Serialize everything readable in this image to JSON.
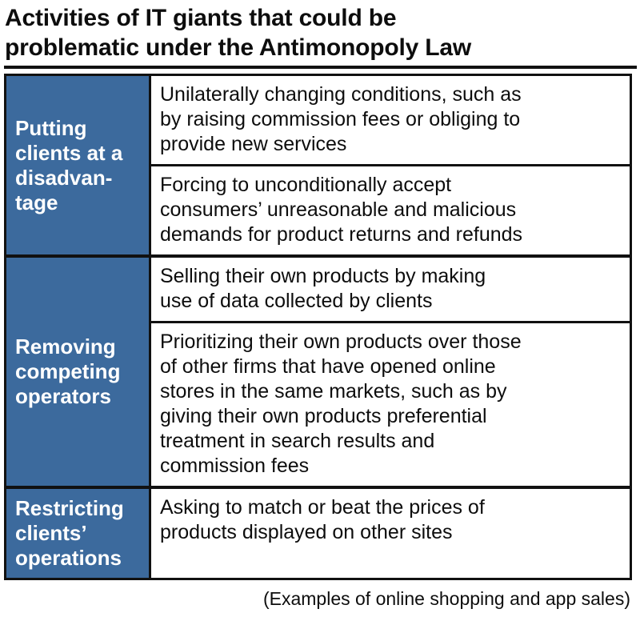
{
  "title": "Activities of IT giants that could be\nproblematic under the Antimonopoly Law",
  "accent_color": "#3c6a9d",
  "border_color": "#111111",
  "table": {
    "groups": [
      {
        "label": "Putting\nclients at a\ndisadvan-\ntage",
        "label_align": "top",
        "rows": [
          "Unilaterally changing conditions, such as\nby raising commission fees or obliging to\nprovide new services",
          "Forcing to unconditionally accept\nconsumers’ unreasonable and malicious\ndemands for product returns and refunds"
        ]
      },
      {
        "label": "Removing\ncompeting\noperators",
        "label_align": "center",
        "rows": [
          "Selling their own products by making\nuse of data collected by clients",
          "Prioritizing their own products over those\nof other firms that have opened online\nstores in the same markets, such as by\ngiving their own products preferential\ntreatment in search results and\ncommission fees"
        ]
      },
      {
        "label": "Restricting\nclients’\noperations",
        "label_align": "top",
        "rows": [
          "Asking to match or beat the prices of\nproducts displayed on other sites"
        ]
      }
    ]
  },
  "footnote": "(Examples of online shopping and app sales)"
}
